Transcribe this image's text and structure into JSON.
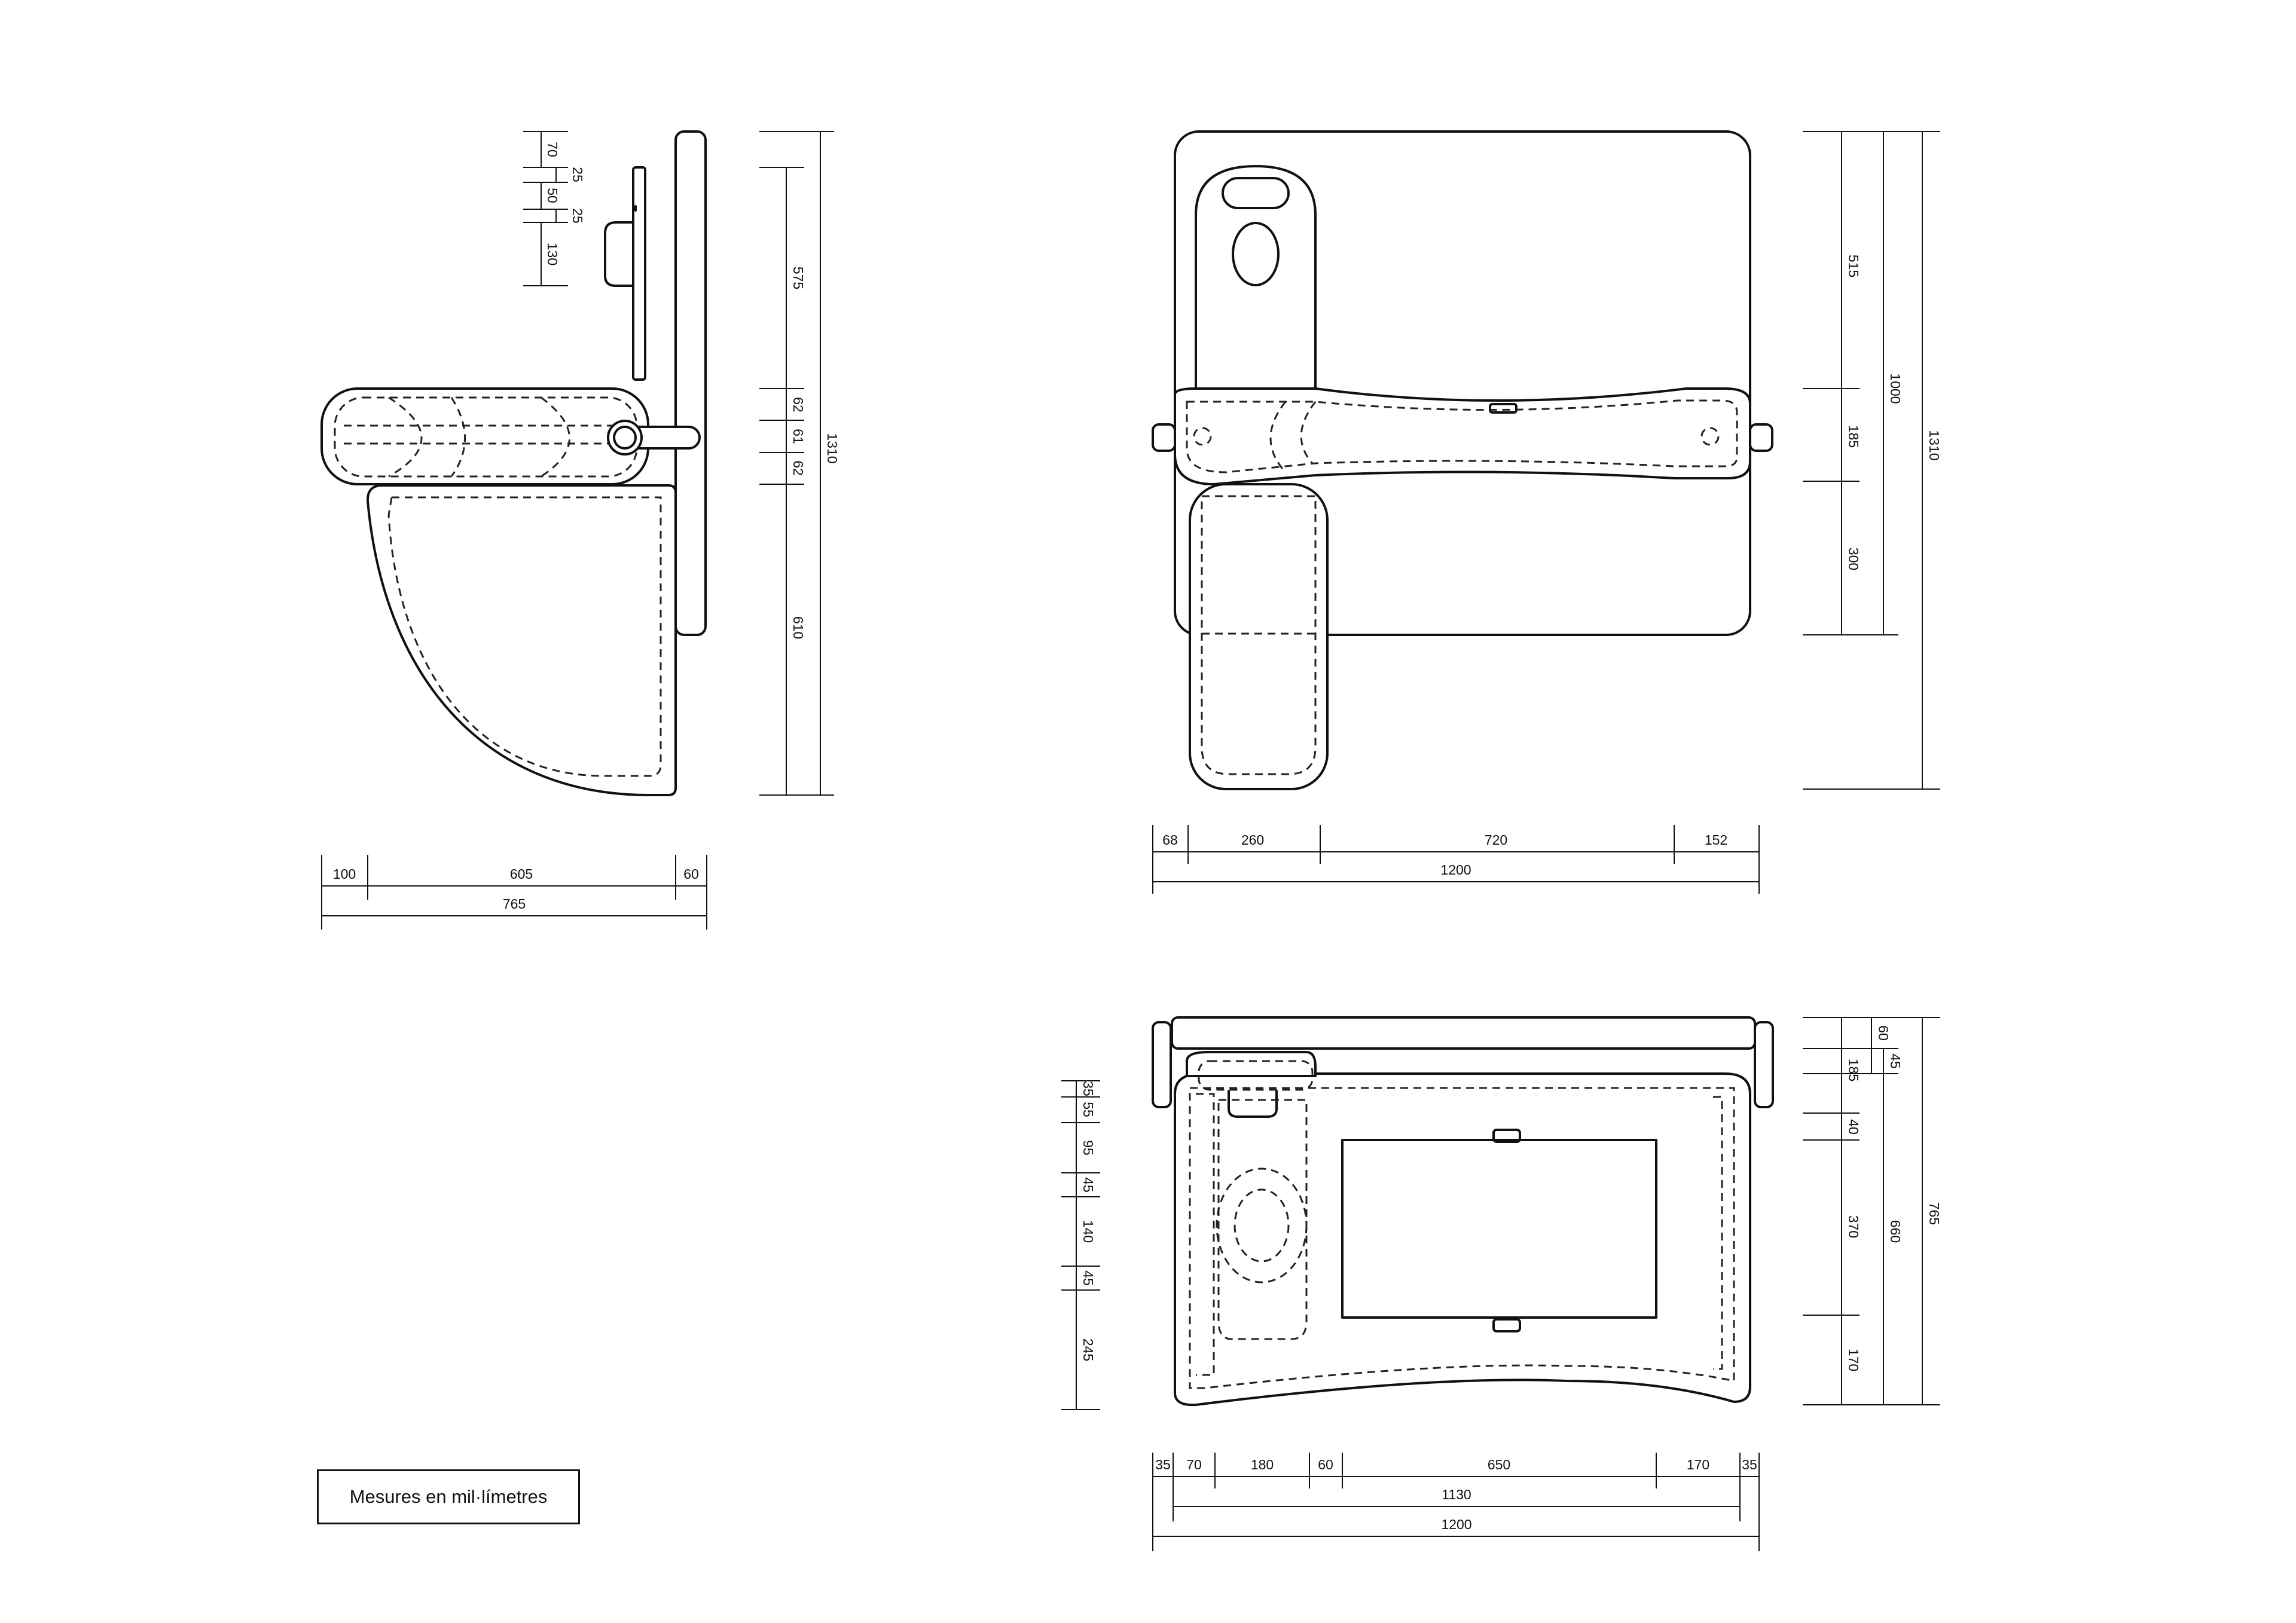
{
  "legend": "Mesures en mil·límetres",
  "views": {
    "side": {
      "small_dims": [
        "70",
        "25",
        "50",
        "25",
        "130"
      ],
      "vertical_dims": [
        "575",
        "62",
        "61",
        "62",
        "610"
      ],
      "total_height": "1310",
      "horizontal_dims": [
        "100",
        "605",
        "60"
      ],
      "total_width": "765"
    },
    "front": {
      "right_dims": [
        "515",
        "185",
        "300"
      ],
      "mid_total": "1000",
      "total_height": "1310",
      "horizontal_dims": [
        "68",
        "260",
        "720",
        "152"
      ],
      "total_width": "1200"
    },
    "top": {
      "left_dims": [
        "35",
        "55",
        "95",
        "45",
        "140",
        "45",
        "245"
      ],
      "right_dims_top": [
        "60",
        "45"
      ],
      "right_dims": [
        "185",
        "40",
        "370",
        "170"
      ],
      "mid_total": "660",
      "total_depth": "765",
      "horizontal_dims": [
        "35",
        "70",
        "180",
        "60",
        "650",
        "170",
        "35"
      ],
      "inner_width": "1130",
      "total_width": "1200"
    }
  }
}
